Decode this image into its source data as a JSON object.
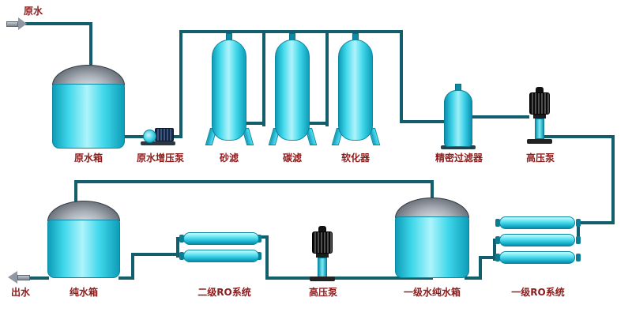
{
  "diagram": {
    "colors": {
      "pipe": "#135e6d",
      "label_text": "#8a1c1c",
      "equipment_cyan": "#3fd7ea",
      "dome_gray": "#8d939c"
    },
    "labels": {
      "raw_water": "原水",
      "raw_water_tank": "原水箱",
      "raw_water_booster_pump": "原水增压泵",
      "sand_filter": "砂滤",
      "carbon_filter": "碳滤",
      "softener": "软化器",
      "precision_filter": "精密过滤器",
      "high_pressure_pump_stage1": "高压泵",
      "ro_system_stage1": "一级RO系统",
      "stage1_pure_water_tank": "一级水纯水箱",
      "high_pressure_pump_stage2": "高压泵",
      "ro_system_stage2": "二级RO系统",
      "pure_water_tank": "纯水箱",
      "outlet_water": "出水"
    }
  }
}
